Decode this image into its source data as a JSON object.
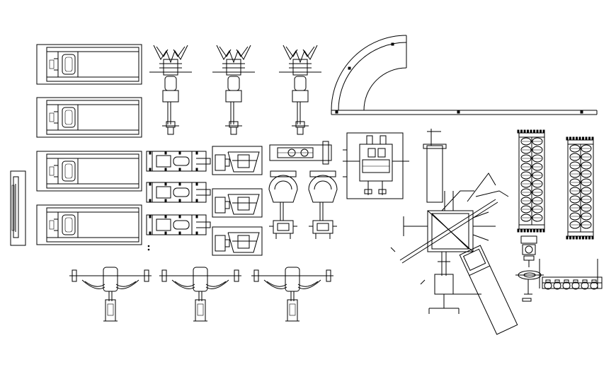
{
  "drawing": {
    "background": "#ffffff",
    "stroke_color": "#000000",
    "style": "CAD line drawing, top view",
    "groups": [
      {
        "name": "treadmills",
        "count": 4
      },
      {
        "name": "wall-bar",
        "count": 1
      },
      {
        "name": "press-stations-top",
        "count": 3
      },
      {
        "name": "bench-press-benches",
        "count": 3
      },
      {
        "name": "seated-machines",
        "count": 3
      },
      {
        "name": "round-back-chairs",
        "count": 2
      },
      {
        "name": "rowers-bottom",
        "count": 3
      },
      {
        "name": "quarter-circle-counter",
        "count": 1
      },
      {
        "name": "square-station",
        "count": 1
      },
      {
        "name": "multi-gym-with-leg-press",
        "count": 1
      },
      {
        "name": "dumbbell-racks",
        "count": 2
      },
      {
        "name": "small-equipment",
        "count": 3
      }
    ]
  }
}
